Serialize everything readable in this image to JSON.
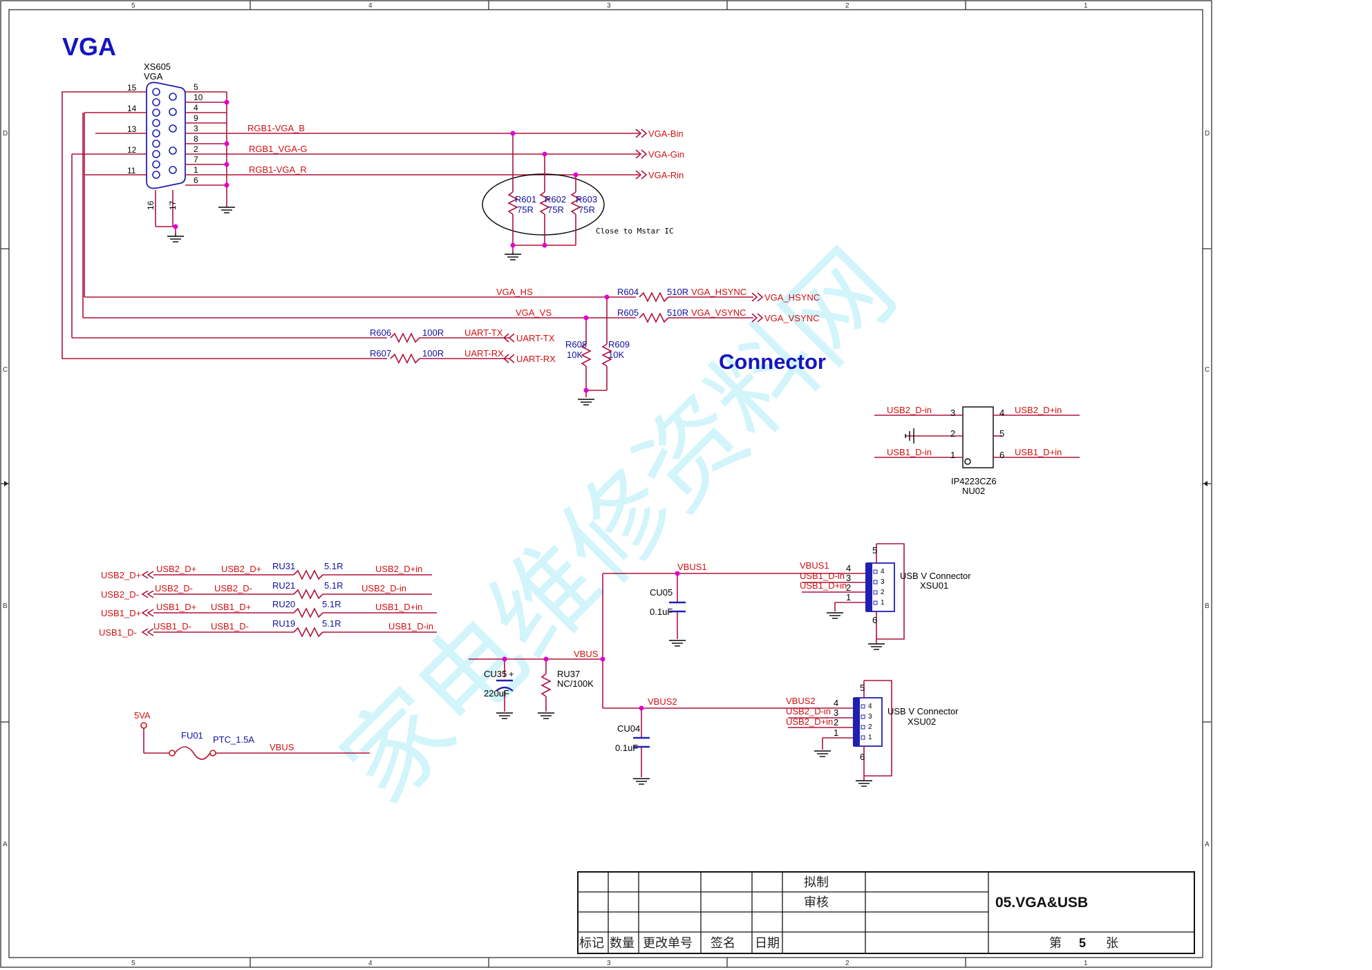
{
  "titles": {
    "vga": "VGA",
    "connector": "Connector",
    "watermark": "家电维修资料网"
  },
  "border": {
    "cols": [
      "5",
      "4",
      "3",
      "2",
      "1"
    ],
    "rows": [
      "D",
      "C",
      "B",
      "A"
    ]
  },
  "vga": {
    "ref": "XS605",
    "type": "VGA",
    "pins_left": [
      "15",
      "14",
      "13",
      "12",
      "11"
    ],
    "pins_right": [
      "5",
      "10",
      "4",
      "9",
      "3",
      "8",
      "2",
      "7",
      "1",
      "6"
    ],
    "pins_bottom": [
      "16",
      "17"
    ],
    "nets": [
      "RGB1-VGA_B",
      "RGB1_VGA-G",
      "RGB1-VGA_R"
    ],
    "ports": [
      "VGA-Bin",
      "VGA-Gin",
      "VGA-Rin"
    ],
    "resistors": [
      {
        "ref": "R601",
        "val": "75R"
      },
      {
        "ref": "R602",
        "val": "75R"
      },
      {
        "ref": "R603",
        "val": "75R"
      }
    ],
    "note": "Close to Mstar IC"
  },
  "sync": {
    "hs_net": "VGA_HS",
    "vs_net": "VGA_VS",
    "r604": "R604",
    "r605": "R605",
    "val510": "510R",
    "hsync_net": "VGA_HSYNC",
    "vsync_net": "VGA_VSYNC",
    "hsync_port": "VGA_HSYNC",
    "vsync_port": "VGA_VSYNC",
    "r606": "R606",
    "r607": "R607",
    "val100": "100R",
    "uart_tx_net": "UART-TX",
    "uart_rx_net": "UART-RX",
    "uart_tx_port": "UART-TX",
    "uart_rx_port": "UART-RX",
    "r608": "R608",
    "r609": "R609",
    "val10k": "10K"
  },
  "esd": {
    "ref": "NU02",
    "part": "IP4223CZ6",
    "pins": [
      "3",
      "2",
      "1",
      "4",
      "5",
      "6"
    ],
    "nets": [
      "USB2_D-in",
      "USB1_D-in",
      "USB2_D+in",
      "USB1_D+in"
    ]
  },
  "usb_series": [
    {
      "port": "USB2_D+",
      "net": "USB2_D+",
      "ref": "RU31",
      "val": "5.1R",
      "out": "USB2_D+in"
    },
    {
      "port": "USB2_D-",
      "net": "USB2_D-",
      "ref": "RU21",
      "val": "5.1R",
      "out": "USB2_D-in"
    },
    {
      "port": "USB1_D+",
      "net": "USB1_D+",
      "ref": "RU20",
      "val": "5.1R",
      "out": "USB1_D+in"
    },
    {
      "port": "USB1_D-",
      "net": "USB1_D-",
      "ref": "RU19",
      "val": "5.1R",
      "out": "USB1_D-in"
    }
  ],
  "power": {
    "src": "5VA",
    "fuse_ref": "FU01",
    "fuse_val": "PTC_1.5A",
    "vbus": "VBUS",
    "cu35_ref": "CU35",
    "cu35_plus": "+",
    "cu35_val": "220uF",
    "ru37_ref": "RU37",
    "ru37_val": "NC/100K",
    "vbus1": "VBUS1",
    "vbus2": "VBUS2",
    "cu05_ref": "CU05",
    "cu05_val": "0.1uF",
    "cu04_ref": "CU04",
    "cu04_val": "0.1uF"
  },
  "usb_conn": [
    {
      "title": "USB V Connector",
      "ref": "XSU01",
      "nets": [
        "VBUS1",
        "USB1_D-in",
        "USB1_D+in"
      ],
      "pins": [
        "5",
        "4",
        "3",
        "2",
        "1",
        "6"
      ],
      "inner": [
        "4",
        "3",
        "2",
        "1"
      ]
    },
    {
      "title": "USB V Connector",
      "ref": "XSU02",
      "nets": [
        "VBUS2",
        "USB2_D-in",
        "USB2_D+in"
      ],
      "pins": [
        "5",
        "4",
        "3",
        "2",
        "1",
        "6"
      ],
      "inner": [
        "4",
        "3",
        "2",
        "1"
      ]
    }
  ],
  "title_block": {
    "drawn": "拟制",
    "review": "审核",
    "title": "05.VGA&USB",
    "headers": [
      "标记",
      "数量",
      "更改单号",
      "签名",
      "日期"
    ],
    "sheet_pre": "第",
    "sheet_no": "5",
    "sheet_post": "张"
  }
}
